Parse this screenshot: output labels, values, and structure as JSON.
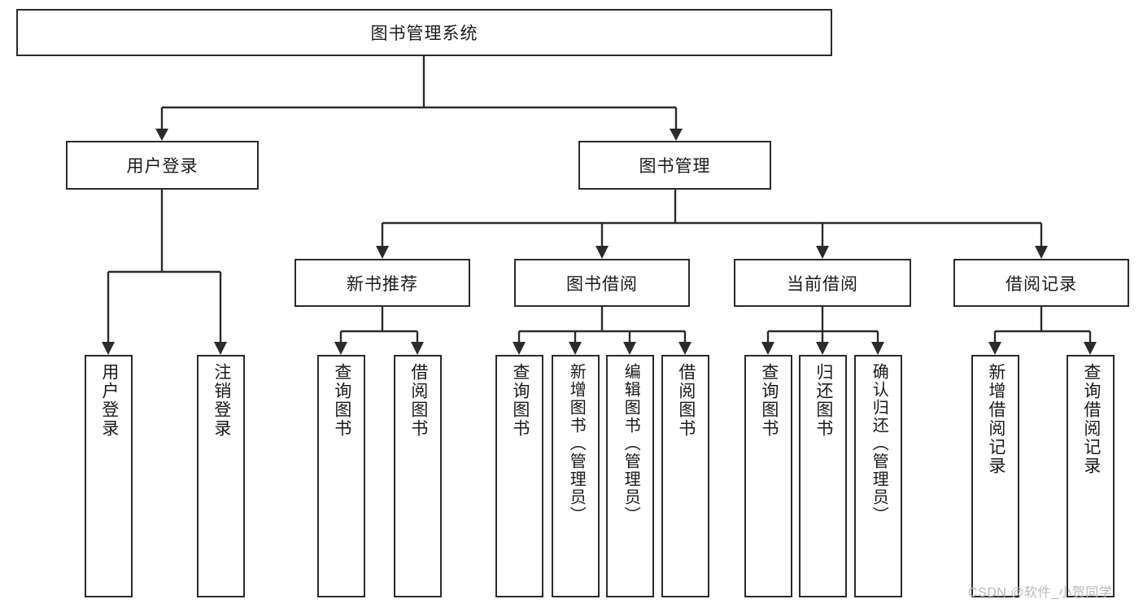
{
  "diagram": {
    "type": "hierarchy-tree",
    "root": {
      "id": "root",
      "label": "图书管理系统"
    },
    "level2": [
      {
        "id": "user-login",
        "label": "用户登录"
      },
      {
        "id": "book-manage",
        "label": "图书管理"
      }
    ],
    "level3": [
      {
        "id": "new-book-rec",
        "label": "新书推荐",
        "parent": "book-manage"
      },
      {
        "id": "book-borrow",
        "label": "图书借阅",
        "parent": "book-manage"
      },
      {
        "id": "current-borrow",
        "label": "当前借阅",
        "parent": "book-manage"
      },
      {
        "id": "borrow-record",
        "label": "借阅记录",
        "parent": "book-manage"
      }
    ],
    "leaves": [
      {
        "id": "leaf-user-login",
        "label": "用户登录",
        "parent": "user-login"
      },
      {
        "id": "leaf-logout",
        "label": "注销登录",
        "parent": "user-login"
      },
      {
        "id": "leaf-query-book-1",
        "label": "查询图书",
        "parent": "new-book-rec"
      },
      {
        "id": "leaf-borrow-book-1",
        "label": "借阅图书",
        "parent": "new-book-rec"
      },
      {
        "id": "leaf-query-book-2",
        "label": "查询图书",
        "parent": "book-borrow"
      },
      {
        "id": "leaf-add-book",
        "label": "新增图书（管理员）",
        "parent": "book-borrow"
      },
      {
        "id": "leaf-edit-book",
        "label": "编辑图书（管理员）",
        "parent": "book-borrow"
      },
      {
        "id": "leaf-borrow-book-2",
        "label": "借阅图书",
        "parent": "book-borrow"
      },
      {
        "id": "leaf-query-book-3",
        "label": "查询图书",
        "parent": "current-borrow"
      },
      {
        "id": "leaf-return-book",
        "label": "归还图书",
        "parent": "current-borrow"
      },
      {
        "id": "leaf-confirm-return",
        "label": "确认归还（管理员）",
        "parent": "current-borrow"
      },
      {
        "id": "leaf-add-record",
        "label": "新增借阅记录",
        "parent": "borrow-record"
      },
      {
        "id": "leaf-query-record",
        "label": "查询借阅记录",
        "parent": "borrow-record"
      }
    ]
  },
  "watermark": {
    "text": "CSDN @软件_小贺同学"
  },
  "colors": {
    "stroke": "#2b2b2b",
    "fill": "#ffffff",
    "text": "#1a1a1a",
    "watermark": "#b9b9b9"
  }
}
